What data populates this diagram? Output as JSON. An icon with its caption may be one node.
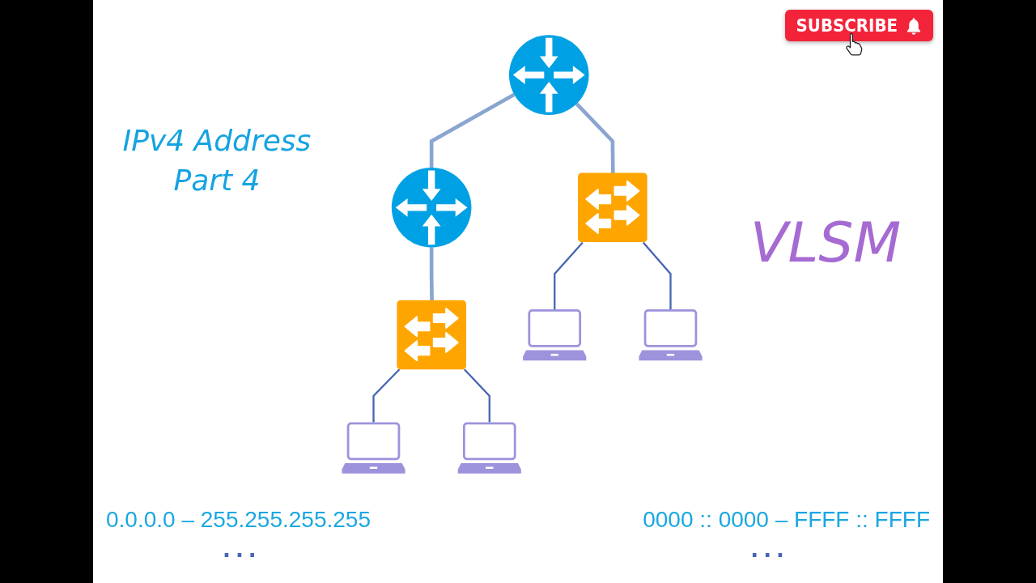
{
  "diagram": {
    "title": "IPv4 Address Part 4",
    "nodes": [
      {
        "text": [],
        "shape": "circle"
      },
      {
        "text": [],
        "shape": "circle"
      },
      {
        "text": [],
        "shape": "box"
      },
      {
        "text": [],
        "shape": "box"
      },
      {
        "text": [],
        "shape": "laptop"
      },
      {
        "text": [],
        "shape": "laptop"
      },
      {
        "text": [],
        "shape": "laptop"
      },
      {
        "text": [],
        "shape": "laptop"
      }
    ],
    "edges": [
      {
        "from": 0,
        "to": 1,
        "arrow": "none",
        "style": "thick",
        "color": "#8aa6d0"
      },
      {
        "from": 0,
        "to": 2,
        "arrow": "none",
        "style": "thick",
        "color": "#8aa6d0"
      },
      {
        "from": 1,
        "to": 3,
        "arrow": "none",
        "style": "thick",
        "color": "#8aa6d0"
      },
      {
        "from": 2,
        "to": 4,
        "arrow": "none"
      },
      {
        "from": 2,
        "to": 5,
        "arrow": "none"
      },
      {
        "from": 3,
        "to": 6,
        "arrow": "none"
      },
      {
        "from": 3,
        "to": 7,
        "arrow": "none"
      }
    ],
    "labels": [
      "SUBSCRIBE",
      "VLSM",
      "0.0.0.0 – 255.255.255.255",
      "...",
      "0000 :: 0000 – FFFF :: FFFF",
      "..."
    ]
  }
}
